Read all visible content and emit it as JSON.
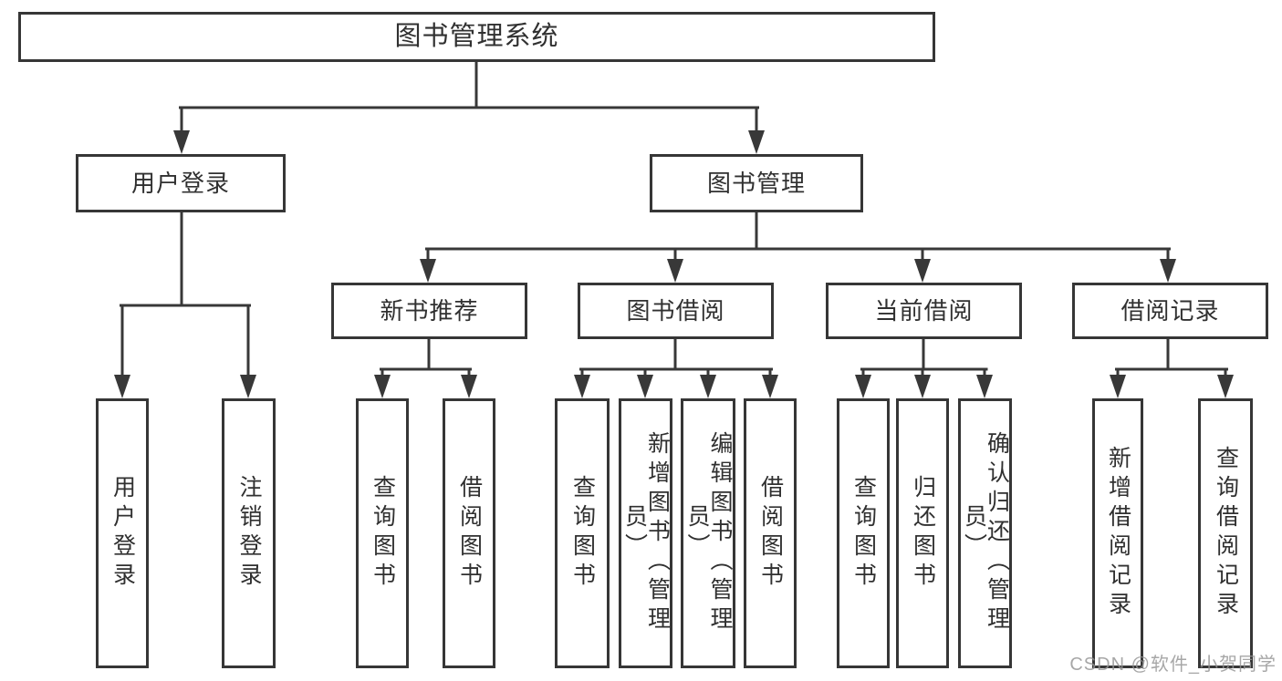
{
  "diagram": {
    "title": "图书管理系统",
    "root": {
      "label": "图书管理系统"
    },
    "level2": [
      {
        "label": "用户登录"
      },
      {
        "label": "图书管理"
      }
    ],
    "level3": [
      {
        "label": "新书推荐"
      },
      {
        "label": "图书借阅"
      },
      {
        "label": "当前借阅"
      },
      {
        "label": "借阅记录"
      }
    ],
    "leaves": {
      "login": [
        {
          "label": "用户登录"
        },
        {
          "label": "注销登录"
        }
      ],
      "newbook": [
        {
          "label": "查询图书"
        },
        {
          "label": "借阅图书"
        }
      ],
      "borrow": [
        {
          "label": "查询图书"
        },
        {
          "label": "新增图书（管理员）"
        },
        {
          "label": "编辑图书（管理员）"
        },
        {
          "label": "借阅图书"
        }
      ],
      "current": [
        {
          "label": "查询图书"
        },
        {
          "label": "归还图书"
        },
        {
          "label": "确认归还（管理员）"
        }
      ],
      "records": [
        {
          "label": "新增借阅记录"
        },
        {
          "label": "查询借阅记录"
        }
      ]
    }
  },
  "watermark": "CSDN @软件_小贺同学",
  "colors": {
    "line": "#383838",
    "border": "#363636",
    "text": "#303030",
    "watermark": "#949494"
  }
}
